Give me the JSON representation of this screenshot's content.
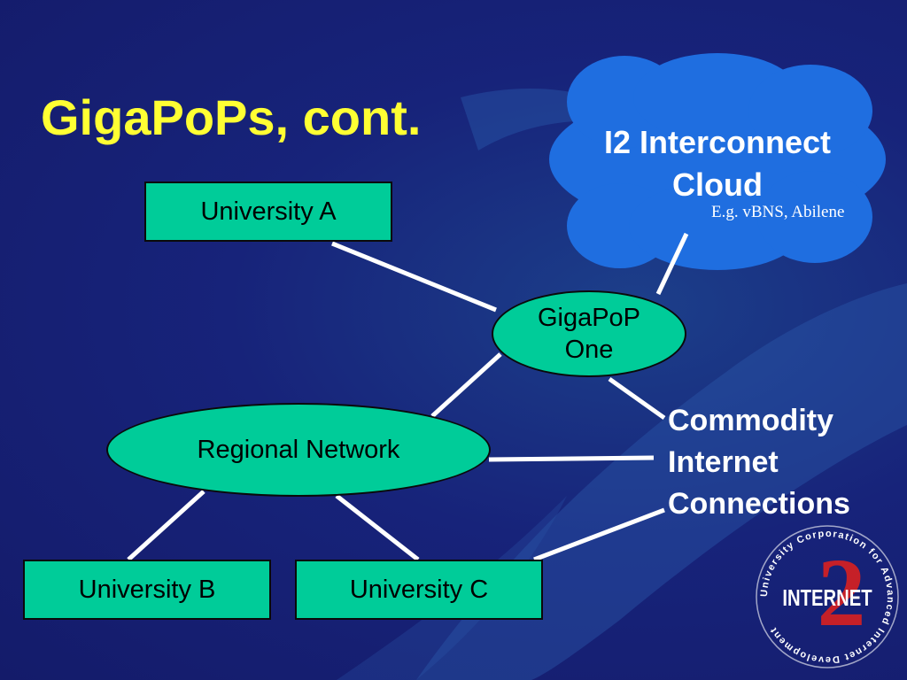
{
  "slide": {
    "title": "GigaPoPs, cont."
  },
  "nodes": {
    "university_a": "University A",
    "university_b": "University B",
    "university_c": "University C",
    "gigapop_line1": "GigaPoP",
    "gigapop_line2": "One",
    "regional_network": "Regional Network"
  },
  "cloud": {
    "line1": "I2 Interconnect",
    "line2": "Cloud",
    "subtitle": "E.g. vBNS, Abilene"
  },
  "commodity": {
    "line1": "Commodity",
    "line2": "Internet",
    "line3": "Connections"
  },
  "logo": {
    "ring_text": "University Corporation for Advanced Internet Development",
    "center_text": "INTERNET",
    "numeral": "2"
  },
  "colors": {
    "background": "#17237a",
    "title": "#ffff33",
    "node_fill": "#00cc99",
    "cloud_fill": "#1f6ee0",
    "connector": "#ffffff"
  }
}
